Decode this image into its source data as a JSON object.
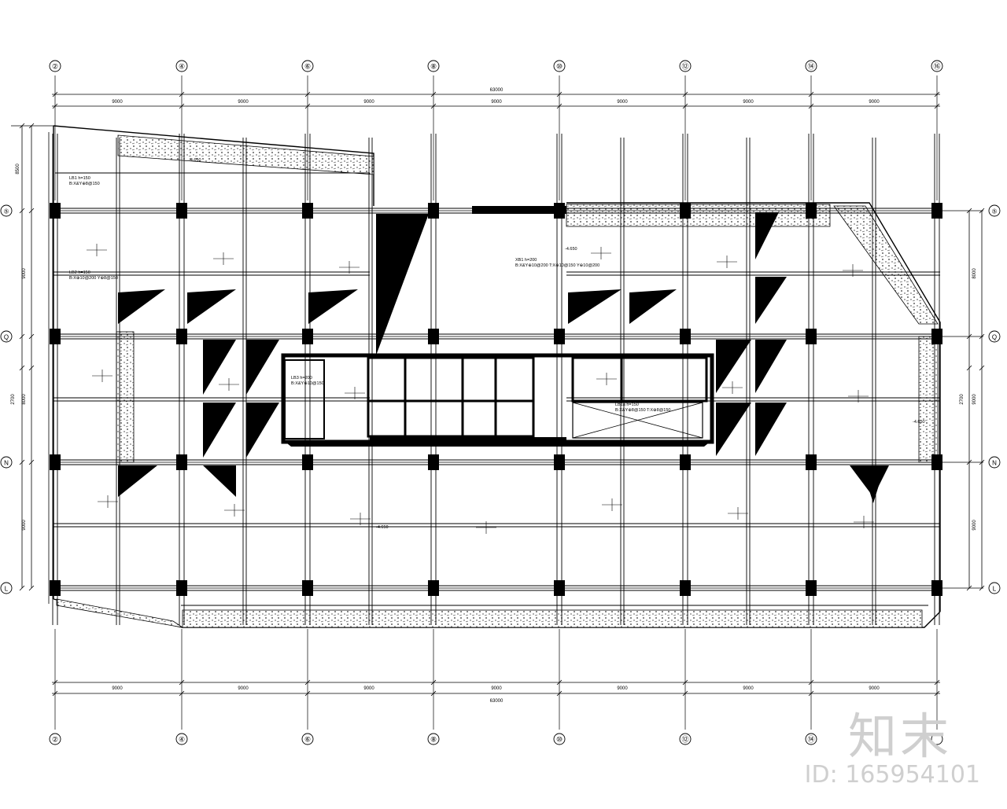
{
  "drawing": {
    "grid_cols": [
      "②",
      "④",
      "⑥",
      "⑧",
      "⑩",
      "⑫",
      "⑭",
      "⑯"
    ],
    "grid_rows": [
      "⑤",
      "Q",
      "N",
      "L"
    ],
    "top_total": "63000",
    "top_spans": [
      "9000",
      "9000",
      "9000",
      "9000",
      "9000",
      "9000",
      "9000"
    ],
    "bottom_total": "63000",
    "bottom_spans": [
      "9000",
      "9000",
      "9000",
      "9000",
      "9000",
      "9000",
      "9000"
    ],
    "left_dims": [
      "8500",
      "9000",
      "2700",
      "8000",
      "9000"
    ],
    "right_dims": [
      "8000",
      "2700",
      "9000",
      "9000"
    ],
    "slab_notes": {
      "lb1": "LB1 h=150",
      "lb1_reinf": "B:X&Y⊕8@150",
      "lb2": "LB2 h=150",
      "lb2_reinf": "B:X⊕10@200 Y⊕8@150",
      "lb3": "LB3 h=200",
      "lb3_reinf": "B:X&Y⊕10@150",
      "xb1": "XB1 h=200",
      "xb1_reinf": "B:X&Y⊕10@200 T:X⊕10@150 Y⊕10@200",
      "lb1a": "LB1a h=150",
      "lb1a_reinf": "B:X&Y⊕8@150 T:X⊕8@150"
    },
    "elevations": [
      "-4.650",
      "-4.650",
      "-4.650",
      "-4.650"
    ]
  },
  "watermark": {
    "brand": "知末",
    "id": "ID: 165954101"
  }
}
